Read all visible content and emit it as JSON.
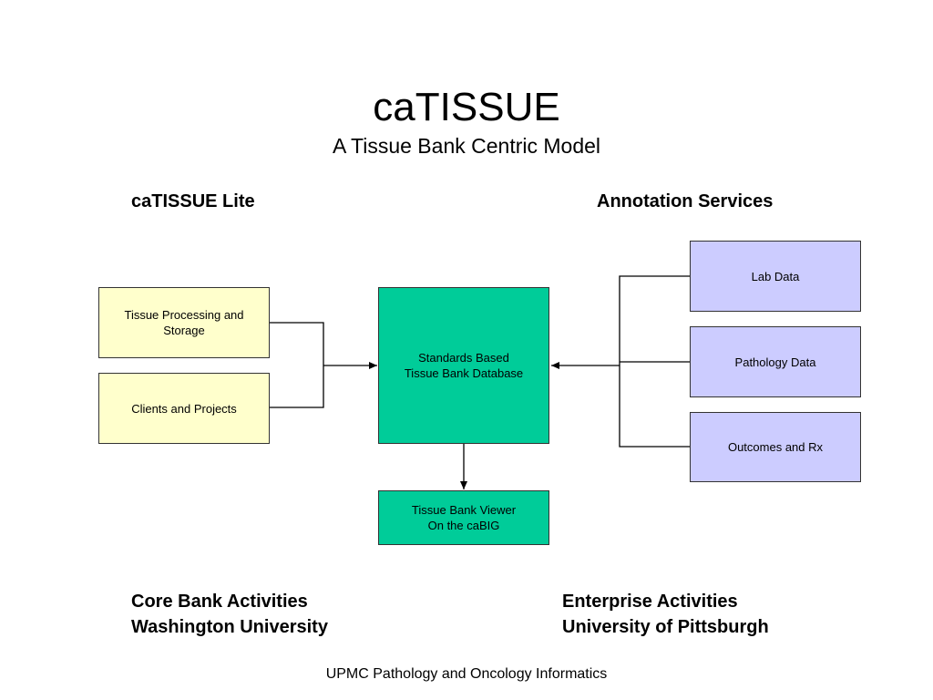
{
  "title": "caTISSUE",
  "subtitle": "A Tissue Bank Centric Model",
  "sections": {
    "left_heading": "caTISSUE Lite",
    "right_heading": "Annotation Services"
  },
  "nodes": {
    "tissue_processing": {
      "line1": "Tissue Processing and",
      "line2": "Storage"
    },
    "clients_projects": {
      "line1": "Clients and Projects"
    },
    "standards_db": {
      "line1": "Standards Based",
      "line2": "Tissue Bank Database"
    },
    "viewer": {
      "line1": "Tissue Bank Viewer",
      "line2": "On the caBIG"
    },
    "lab_data": {
      "line1": "Lab Data"
    },
    "pathology_data": {
      "line1": "Pathology Data"
    },
    "outcomes_rx": {
      "line1": "Outcomes and Rx"
    }
  },
  "footer": {
    "left_line1": "Core Bank Activities",
    "left_line2": "Washington University",
    "right_line1": "Enterprise Activities",
    "right_line2": "University of Pittsburgh",
    "credit": "UPMC Pathology and Oncology Informatics"
  },
  "colors": {
    "core_box": "#ffffcc",
    "central_box": "#00cc99",
    "annotation_box": "#ccccff"
  }
}
